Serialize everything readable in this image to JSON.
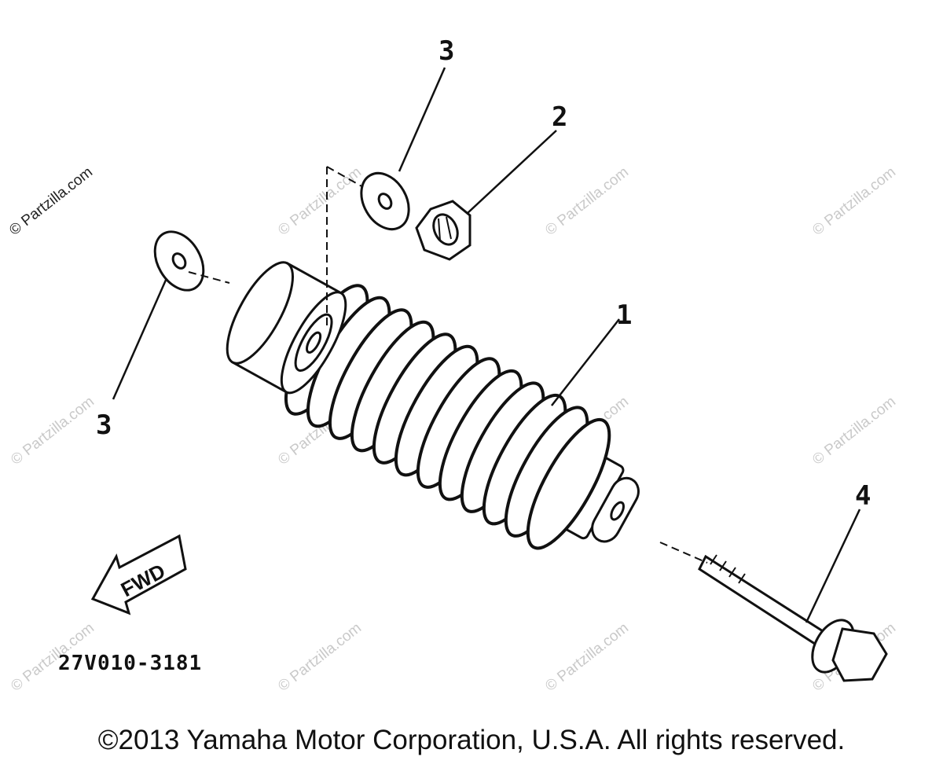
{
  "diagram": {
    "callouts": [
      "3",
      "2",
      "1",
      "3",
      "4"
    ],
    "direction_label": "FWD",
    "drawing_id": "27V010-3181",
    "watermark": "© Partzilla.com",
    "copyright": "©2013 Yamaha Motor Corporation, U.S.A. All rights reserved."
  }
}
